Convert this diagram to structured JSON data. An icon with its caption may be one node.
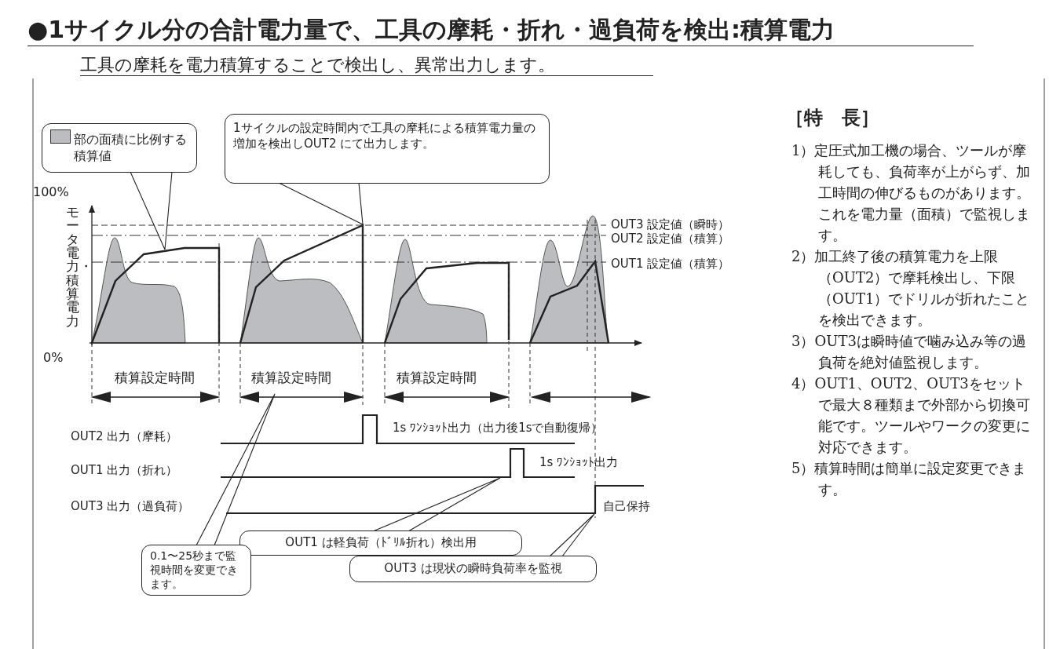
{
  "diagram": {
    "title": "●1サイクル分の合計電力量で、工具の摩耗・折れ・過負荷を検出:積算電力",
    "nodes": [
      {
        "text": [
          "部の面積に比例する積算値"
        ]
      },
      {
        "text": [
          "1サイクルの設定時間内で工具の摩耗による積算電力量の増加を検出しOUT2 にて出力します。"
        ]
      },
      {
        "text": [
          "OUT1 は軽負荷（ﾄﾞﾘﾙ折れ）検出用"
        ]
      },
      {
        "text": [
          "0.1〜25秒まで監視時間を変更できます。"
        ]
      },
      {
        "text": [
          "OUT3 は現状の瞬時負荷率を監視"
        ]
      }
    ],
    "edges": [
      {
        "from": 0,
        "to": null,
        "arrow": "none"
      },
      {
        "from": 1,
        "to": null,
        "arrow": "none"
      },
      {
        "from": 2,
        "to": null,
        "arrow": "none"
      },
      {
        "from": 3,
        "to": null,
        "arrow": "none"
      },
      {
        "from": 4,
        "to": null,
        "arrow": "none"
      }
    ],
    "labels": [
      "工具の摩耗を電力積算することで検出し、異常出力します。",
      "100%",
      "モータ電力・積算電力",
      "0%",
      "OUT3 設定値（瞬時）",
      "OUT2 設定値（積算）",
      "OUT1 設定値（積算）",
      "積算設定時間",
      "積算設定時間",
      "積算設定時間",
      "OUT2 出力（摩耗）",
      "1s ﾜﾝｼｮｯﾄ出力（出力後1sで自動復帰）",
      "OUT1 出力（折れ）",
      "1s ﾜﾝｼｮｯﾄ出力",
      "OUT3 出力（過負荷）",
      "自己保持",
      "［特　長］",
      "1）定圧式加工機の場合、ツールが摩耗しても、負荷率が上がらず、加工時間の伸びるものがあります。これを電力量（面積）で監視します。",
      "2）加工終了後の積算電力を上限（OUT2）で摩耗検出し、下限（OUT1）でドリルが折れたことを検出できます。",
      "3）OUT3は瞬時値で噛み込み等の過負荷を絶対値監視します。",
      "4）OUT1、OUT2、OUT3をセットで最大８種類まで外部から切換可能です。ツールやワークの変更に対応できます。",
      "5）積算時間は簡単に設定変更できます。"
    ]
  }
}
